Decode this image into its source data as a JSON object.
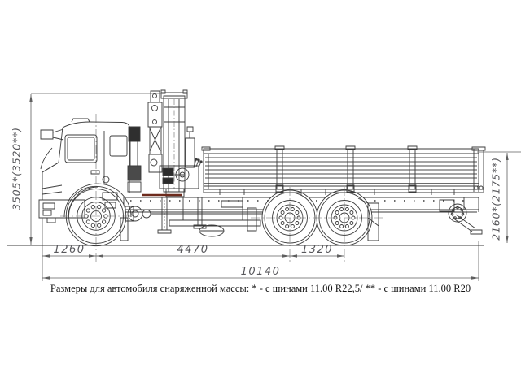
{
  "drawing": {
    "dimensions": {
      "front_overhang": "1260",
      "wheelbase": "4470",
      "bogie_spread": "1320",
      "overall_length": "10140",
      "overall_height": "3505*(3520**)",
      "platform_height": "2160*(2175**)"
    },
    "caption": "Размеры для автомобиля снаряженной массы: * - с шинами 11.00 R22,5/ ** - с шинами 11.00 R20",
    "colors": {
      "line": "#3b3b3b",
      "dimension": "#5f5f5f",
      "accent_red": "#6d2a1c",
      "background": "#ffffff"
    }
  }
}
